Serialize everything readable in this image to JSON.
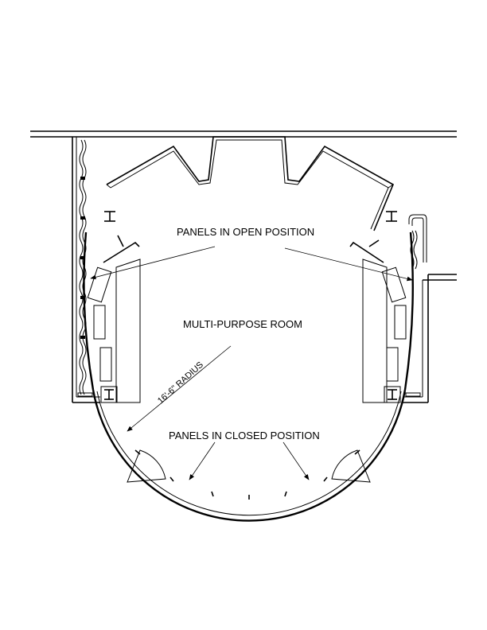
{
  "labels": {
    "panels_open": "PANELS IN OPEN POSITION",
    "room": "MULTI-PURPOSE ROOM",
    "radius": "16'-6\" RADIUS",
    "panels_closed": "PANELS IN CLOSED POSITION"
  },
  "colors": {
    "line": "#000000",
    "background": "#ffffff"
  },
  "icons": {
    "column_marker": "i-beam-column-icon",
    "arrow": "arrow-icon",
    "door_swing": "door-swing-icon"
  }
}
